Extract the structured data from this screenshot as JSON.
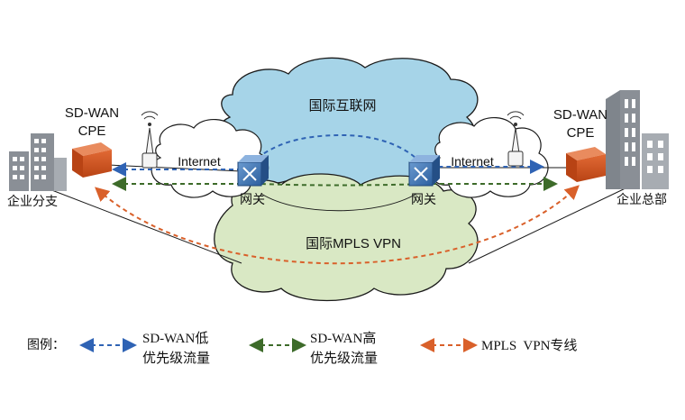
{
  "clouds": {
    "internet_global": "国际互联网",
    "mpls_global": "国际MPLS VPN",
    "internet_left": "Internet",
    "internet_right": "Internet"
  },
  "sites": {
    "branch": {
      "cpe_line1": "SD-WAN",
      "cpe_line2": "CPE",
      "name": "企业分支"
    },
    "hq": {
      "cpe_line1": "SD-WAN",
      "cpe_line2": "CPE",
      "name": "企业总部"
    }
  },
  "gateways": {
    "left": "网关",
    "right": "网关"
  },
  "legend": {
    "title": "图例：",
    "items": [
      {
        "line1": "SD-WAN低",
        "line2": "优先级流量",
        "color": "#2f63b4"
      },
      {
        "line1": "SD-WAN高",
        "line2": "优先级流量",
        "color": "#3d6b2a"
      },
      {
        "line1": "MPLS  VPN专线",
        "line2": "",
        "color": "#d9602a"
      }
    ]
  },
  "colors": {
    "internet_cloud": "#a6d4e8",
    "mpls_cloud": "#d9e8c4",
    "white_cloud": "#ffffff",
    "cpe_box": "#d4501e",
    "building": "#8a8f96",
    "gateway": "#3b74b6"
  },
  "icons": [
    "building-icon",
    "cpe-router-icon",
    "antenna-icon",
    "gateway-router-icon"
  ]
}
